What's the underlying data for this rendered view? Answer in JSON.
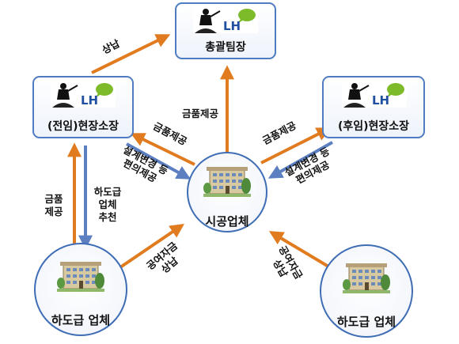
{
  "nodes": {
    "general_manager": {
      "label": "총괄팀장",
      "logo": "LH"
    },
    "former_site_manager": {
      "label": "(전임)현장소장",
      "logo": "LH"
    },
    "successor_site_manager": {
      "label": "(후임)현장소장",
      "logo": "LH"
    },
    "contractor": {
      "label": "시공업체"
    },
    "subcontractor_left": {
      "label": "하도급 업체"
    },
    "subcontractor_right": {
      "label": "하도급 업체"
    }
  },
  "edges": {
    "report_up": {
      "label": "상납"
    },
    "bribe_to_gm": {
      "label": "금품제공"
    },
    "bribe_to_former": {
      "label": "금품제공"
    },
    "favor_from_former": {
      "label": [
        "설계변경 등",
        "편의제공"
      ]
    },
    "bribe_to_successor": {
      "label": "금품제공"
    },
    "favor_from_successor": {
      "label": [
        "설계변경 등",
        "편의제공"
      ]
    },
    "sub_bribe_to_former": {
      "label": [
        "금품",
        "제공"
      ]
    },
    "recommend_sub": {
      "label": [
        "하도급",
        "업체",
        "추천"
      ]
    },
    "kickback_left": {
      "label": [
        "공여자금",
        "상납"
      ]
    },
    "kickback_right": {
      "label": [
        "공여자금",
        "상납"
      ]
    }
  },
  "colors": {
    "orange_arrow": "#E07B1F",
    "blue_arrow": "#5B7FC0",
    "box_border": "#4F7CC0",
    "box_fill": "#FFFFFF",
    "circle_border": "#3F6DB5",
    "lh_green": "#7DBB2A",
    "lh_blue": "#1F4FA0"
  },
  "icons": {
    "logo_figure": "person-pulling-rope-icon",
    "building": "apartment-building-icon"
  }
}
